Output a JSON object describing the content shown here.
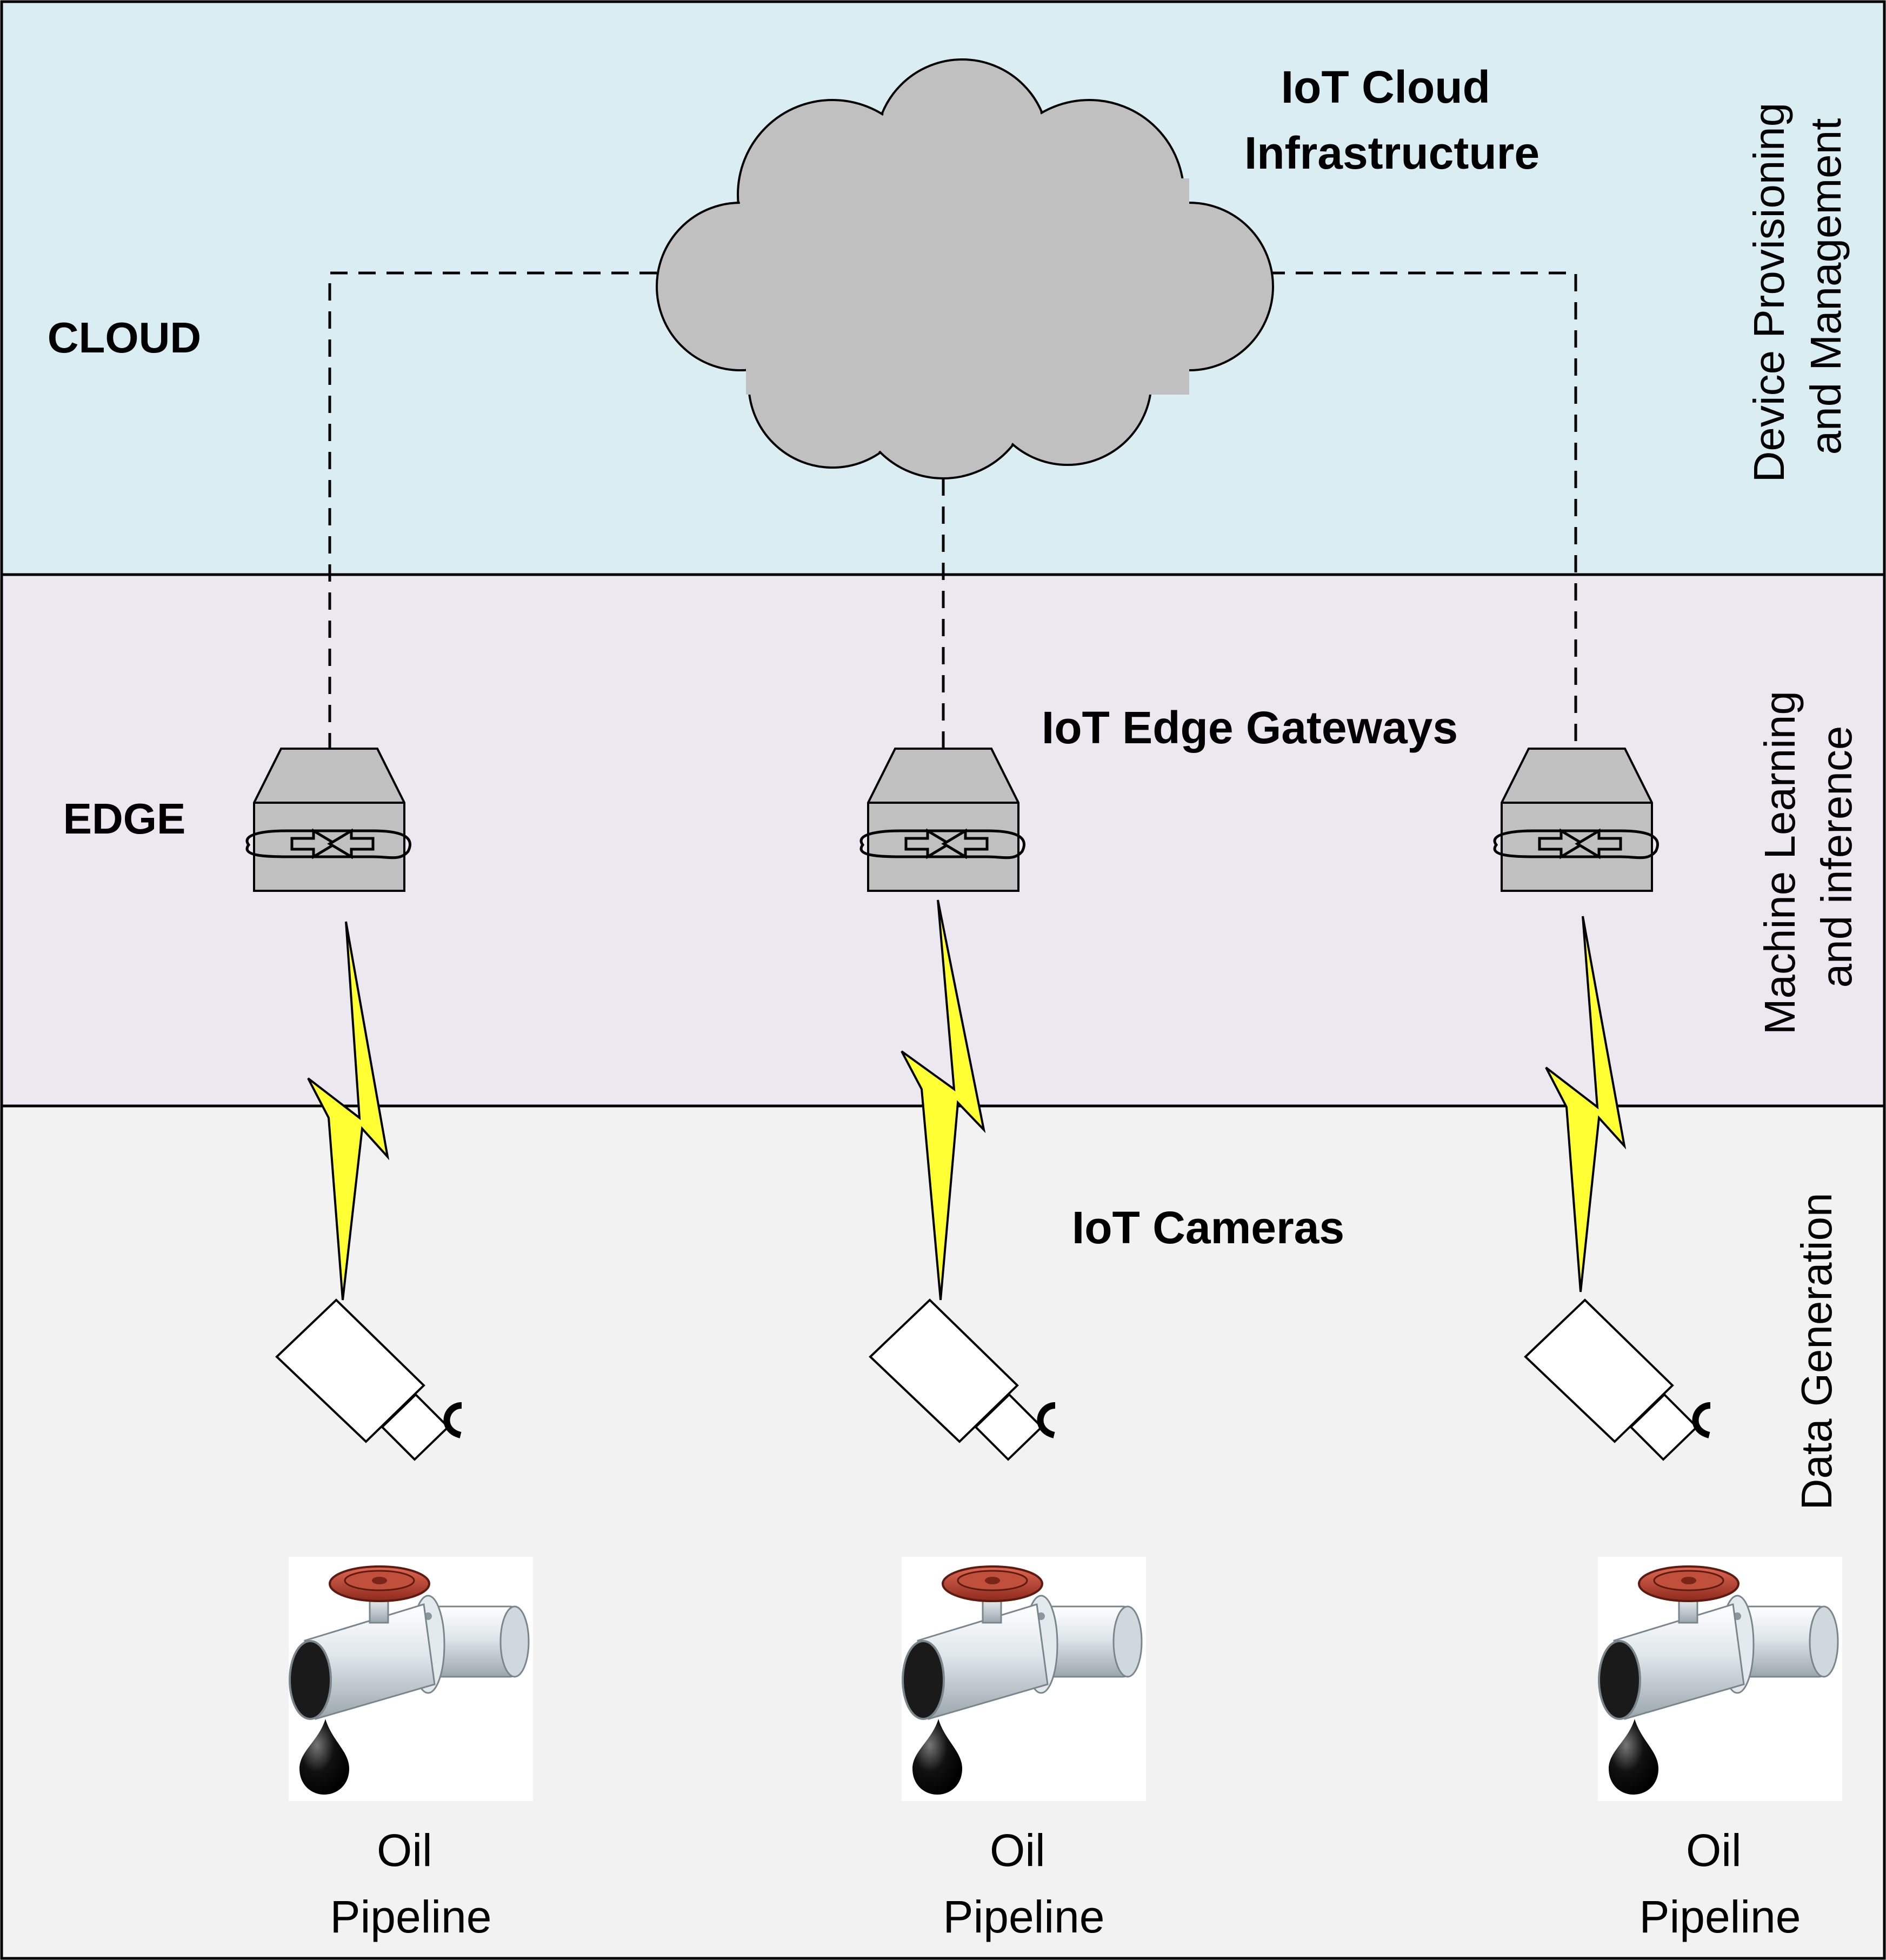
{
  "layers": [
    {
      "id": "cloud",
      "label": "CLOUD",
      "side_label_lines": [
        "Device Provisioning",
        "and Management"
      ],
      "fill": "#daedf3"
    },
    {
      "id": "edge",
      "label": "EDGE",
      "side_label_lines": [
        "Machine Learning",
        "and inference"
      ],
      "fill": "#ebe8f0"
    },
    {
      "id": "data",
      "label": "",
      "side_label_lines": [
        "Data Generation"
      ],
      "fill": "#f2f2f2"
    }
  ],
  "cloud": {
    "title_lines": [
      "IoT Cloud",
      "Infrastructure"
    ],
    "icon": "cloud-icon",
    "fill": "#c0c0c0"
  },
  "gateways": {
    "title": "IoT Edge Gateways",
    "icon": "gateway-icon",
    "count": 3,
    "fill": "#c0c0c0"
  },
  "cameras": {
    "title": "IoT Cameras",
    "icon": "camera-icon",
    "count": 3
  },
  "links": {
    "wireless_icon": "lightning-bolt-icon",
    "bolt_fill": "#ffff33",
    "wired_style": "dashed"
  },
  "pipelines": [
    {
      "label_lines": [
        "Oil",
        "Pipeline"
      ],
      "icon": "oil-pipeline-valve-icon"
    },
    {
      "label_lines": [
        "Oil",
        "Pipeline"
      ],
      "icon": "oil-pipeline-valve-icon"
    },
    {
      "label_lines": [
        "Oil",
        "Pipeline"
      ],
      "icon": "oil-pipeline-valve-icon"
    }
  ],
  "colors": {
    "valve_wheel": "#b23b2a",
    "oil": "#111111",
    "pipe": "#dfe6ea"
  }
}
